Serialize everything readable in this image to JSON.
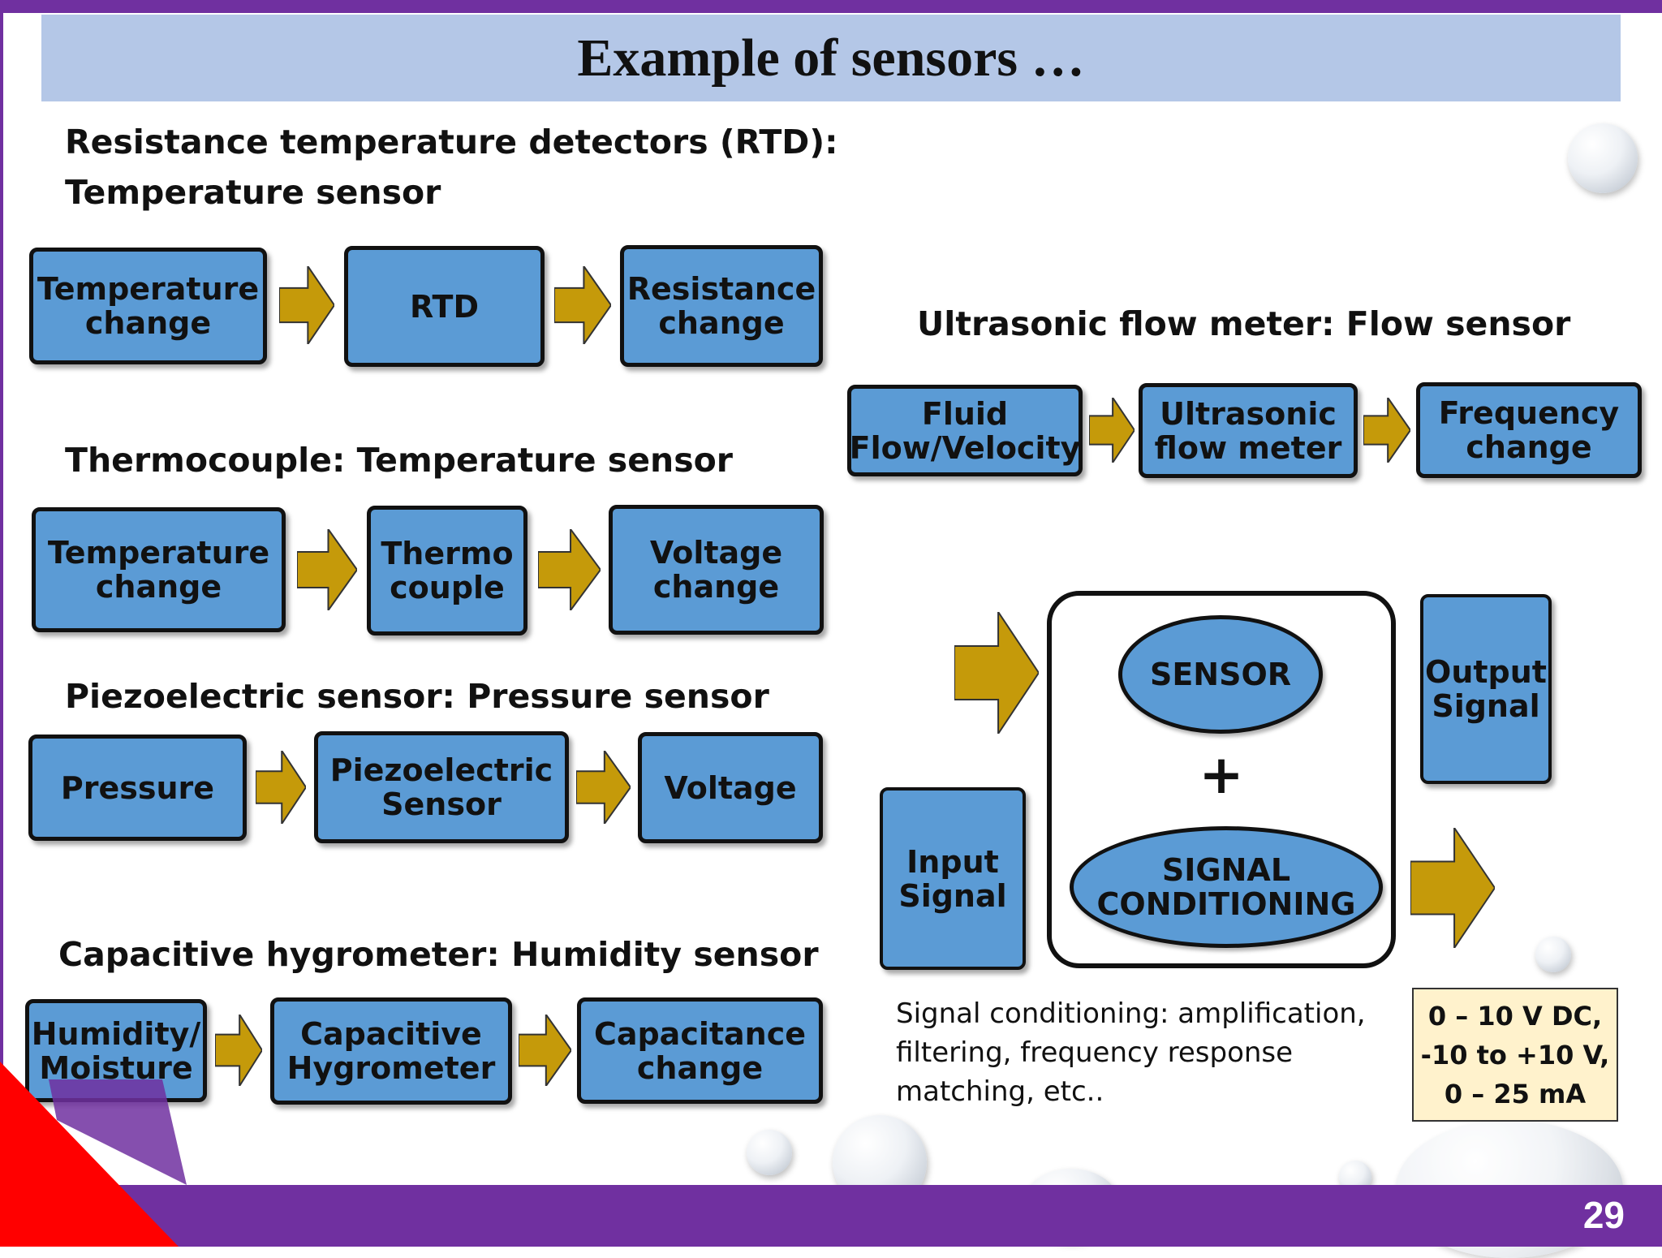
{
  "title": "Example of sensors …",
  "page_number": "29",
  "colors": {
    "box_fill": "#5b9bd5",
    "arrow_fill": "#c59a0a",
    "title_bar": "#b4c7e7",
    "accent": "#7030a0",
    "range_fill": "#fff2cc"
  },
  "sections": {
    "rtd": {
      "heading_line1": "Resistance temperature detectors (RTD):",
      "heading_line2": "Temperature sensor",
      "steps": [
        "Temperature\nchange",
        "RTD",
        "Resistance\nchange"
      ]
    },
    "thermocouple": {
      "heading": "Thermocouple: Temperature sensor",
      "steps": [
        "Temperature\nchange",
        "Thermo\ncouple",
        "Voltage\nchange"
      ]
    },
    "piezo": {
      "heading": "Piezoelectric sensor: Pressure sensor",
      "steps": [
        "Pressure",
        "Piezoelectric\nSensor",
        "Voltage"
      ]
    },
    "hygrometer": {
      "heading": "Capacitive hygrometer: Humidity sensor",
      "steps": [
        "Humidity/\nMoisture",
        "Capacitive\nHygrometer",
        "Capacitance\nchange"
      ]
    },
    "ultrasonic": {
      "heading": "Ultrasonic flow meter: Flow sensor",
      "steps": [
        "Fluid\nFlow/Velocity",
        "Ultrasonic\nflow meter",
        "Frequency\nchange"
      ]
    }
  },
  "system": {
    "input": "Input\nSignal",
    "sensor": "SENSOR",
    "plus": "+",
    "conditioning": "SIGNAL\nCONDITIONING",
    "output": "Output\nSignal"
  },
  "note": "Signal conditioning: amplification, filtering, frequency response matching, etc..",
  "range": "0 – 10 V DC,\n-10 to +10 V,\n0 – 25 mA"
}
